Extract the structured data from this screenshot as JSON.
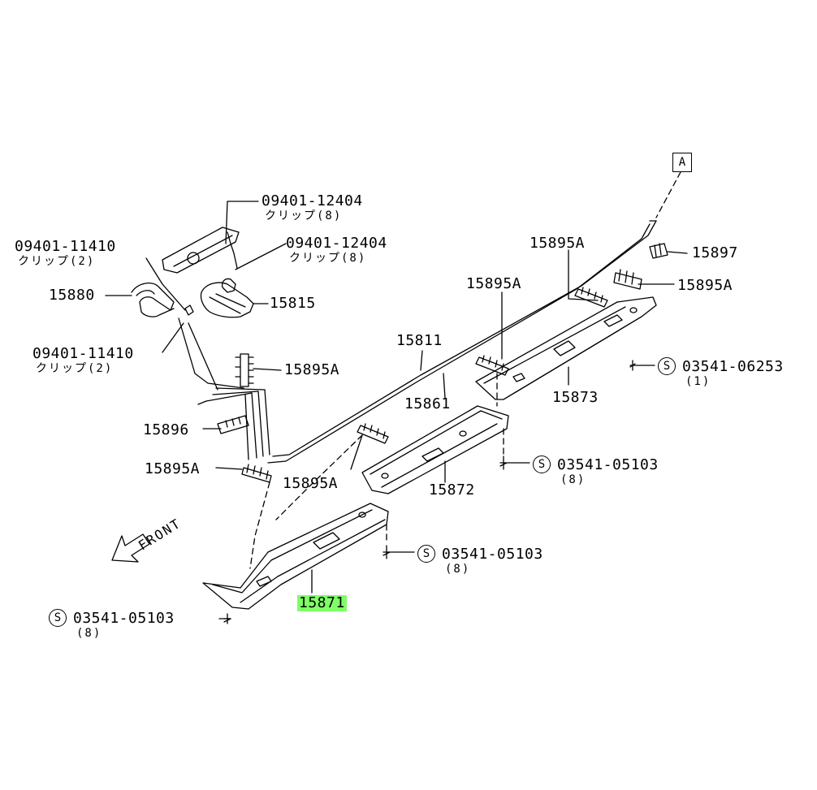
{
  "callout_ref": "A",
  "direction_label": "FRONT",
  "screw_symbol": "S",
  "parts": {
    "p09401_12404_top": {
      "number": "09401-12404",
      "desc": "クリップ(8)"
    },
    "p09401_11410_top": {
      "number": "09401-11410",
      "desc": "クリップ(2)"
    },
    "p09401_12404_mid": {
      "number": "09401-12404",
      "desc": "クリップ(8)"
    },
    "p09401_11410_low": {
      "number": "09401-11410",
      "desc": "クリップ(2)"
    },
    "p15880": {
      "number": "15880"
    },
    "p15815": {
      "number": "15815"
    },
    "p15895A_top_center": {
      "number": "15895A"
    },
    "p15895A_mid": {
      "number": "15895A"
    },
    "p15897": {
      "number": "15897"
    },
    "p15895A_right": {
      "number": "15895A"
    },
    "p15811": {
      "number": "15811"
    },
    "p15895A_left_upper": {
      "number": "15895A"
    },
    "p15861": {
      "number": "15861"
    },
    "p15873": {
      "number": "15873"
    },
    "p15896": {
      "number": "15896"
    },
    "p15895A_left_lower": {
      "number": "15895A"
    },
    "p15895A_center_lower": {
      "number": "15895A"
    },
    "p15872": {
      "number": "15872"
    },
    "p15871": {
      "number": "15871",
      "highlighted": true
    },
    "s03541_06253": {
      "number": "03541-06253",
      "qty": "(1)"
    },
    "s03541_05103_a": {
      "number": "03541-05103",
      "qty": "(8)"
    },
    "s03541_05103_b": {
      "number": "03541-05103",
      "qty": "(8)"
    },
    "s03541_05103_c": {
      "number": "03541-05103",
      "qty": "(8)"
    }
  },
  "colors": {
    "line": "#000000",
    "highlight": "#7fff66",
    "background": "#ffffff"
  }
}
